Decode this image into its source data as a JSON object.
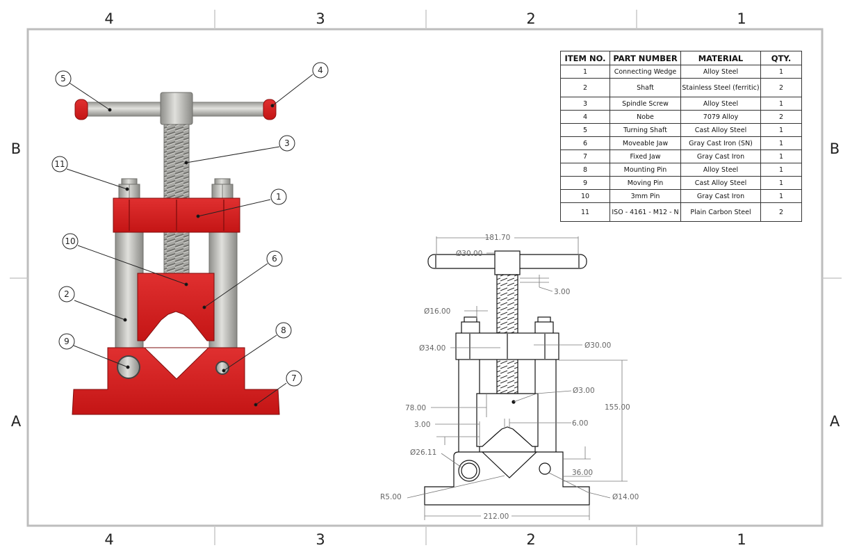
{
  "zones": {
    "columns": [
      "4",
      "3",
      "2",
      "1"
    ],
    "rows": [
      "B",
      "A"
    ]
  },
  "bom": {
    "headers": [
      "ITEM NO.",
      "PART NUMBER",
      "MATERIAL",
      "QTY."
    ],
    "rows": [
      [
        "1",
        "Connecting Wedge",
        "Alloy Steel",
        "1"
      ],
      [
        "2",
        "Shaft",
        "Stainless Steel (ferritic)",
        "2"
      ],
      [
        "3",
        "Spindle Screw",
        "Alloy Steel",
        "1"
      ],
      [
        "4",
        "Nobe",
        "7079 Alloy",
        "2"
      ],
      [
        "5",
        "Turning Shaft",
        "Cast Alloy Steel",
        "1"
      ],
      [
        "6",
        "Moveable Jaw",
        "Gray Cast Iron (SN)",
        "1"
      ],
      [
        "7",
        "Fixed Jaw",
        "Gray Cast Iron",
        "1"
      ],
      [
        "8",
        "Mounting Pin",
        "Alloy Steel",
        "1"
      ],
      [
        "9",
        "Moving Pin",
        "Cast Alloy Steel",
        "1"
      ],
      [
        "10",
        "3mm Pin",
        "Gray Cast Iron",
        "1"
      ],
      [
        "11",
        "ISO - 4161 - M12 - N",
        "Plain Carbon Steel",
        "2"
      ]
    ]
  },
  "balloons": [
    "5",
    "4",
    "3",
    "11",
    "1",
    "10",
    "6",
    "2",
    "8",
    "9",
    "7"
  ],
  "dimensions": {
    "overall_handle": "181.70",
    "handle_dia": "Ø30.00",
    "thread_pitch": "3.00",
    "nut_dia": "Ø16.00",
    "crossbar_dia_left": "Ø34.00",
    "crossbar_dia_right": "Ø30.00",
    "pin_hole_dia": "Ø3.00",
    "height": "155.00",
    "jaw_offset": "78.00",
    "tooth_3": "3.00",
    "tooth_6": "6.00",
    "moving_pin_dia": "Ø26.11",
    "base_height": "36.00",
    "fillet": "R5.00",
    "mount_pin_dia": "Ø14.00",
    "base_width": "212.00"
  },
  "colors": {
    "part_red": "#d41f1f",
    "steel": "#b9b9b5",
    "border": "#bdbdbd"
  }
}
